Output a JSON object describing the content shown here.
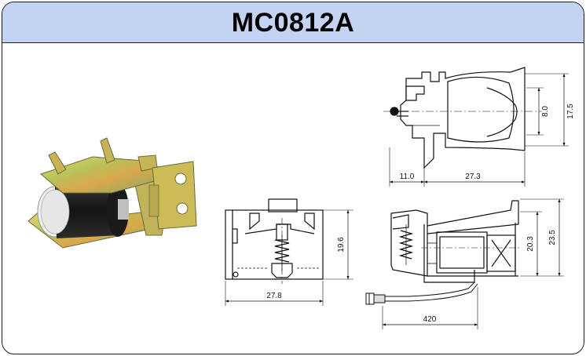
{
  "header": {
    "title": "MC0812A"
  },
  "dimensions": {
    "top_left_width": "11.0",
    "top_body_width": "27.3",
    "top_inner_height": "8.0",
    "top_outer_height": "17.5",
    "front_width": "27.8",
    "front_height": "19.6",
    "side_inner_height": "20.3",
    "side_outer_height": "23.5",
    "lead_length": "420"
  },
  "colors": {
    "header_bg": "#c5d3f2",
    "coil": "#1e1e1e",
    "plating": "#c9b24a"
  },
  "icons": [
    "solenoid-photo",
    "top-view-drawing",
    "front-view-drawing",
    "side-view-drawing"
  ]
}
